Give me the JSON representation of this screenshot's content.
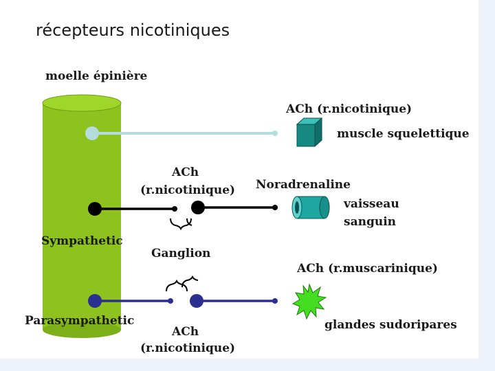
{
  "title": "récepteurs nicotiniques",
  "spinal_cord_label": "moelle épinière",
  "somatic": {
    "transmitter": "ACh (r.nicotinique)",
    "target": "muscle squelettique"
  },
  "sympathetic": {
    "label": "Sympathetic",
    "preganglionic_transmitter_line1": "ACh",
    "preganglionic_transmitter_line2": "(r.nicotinique)",
    "postganglionic_transmitter": "Noradrenaline",
    "target_line1": "vaisseau",
    "target_line2": "sanguin"
  },
  "ganglion_label": "Ganglion",
  "parasympathetic": {
    "label": "Parasympathetic",
    "preganglionic_transmitter_line1": "ACh",
    "preganglionic_transmitter_line2": "(r.nicotinique)",
    "postganglionic_transmitter": "ACh (r.muscarinique)",
    "target": "glandes sudoripares"
  },
  "colors": {
    "spinal_cord": "#8dc21f",
    "somatic_line": "#b4dcdc",
    "sympathetic_line": "#000000",
    "parasympathetic_line": "#2b2f8f",
    "muscle": "#168a82",
    "vessel": "#1ea7a0",
    "gland": "#44dd22",
    "right_strip": "#eef3fb"
  }
}
